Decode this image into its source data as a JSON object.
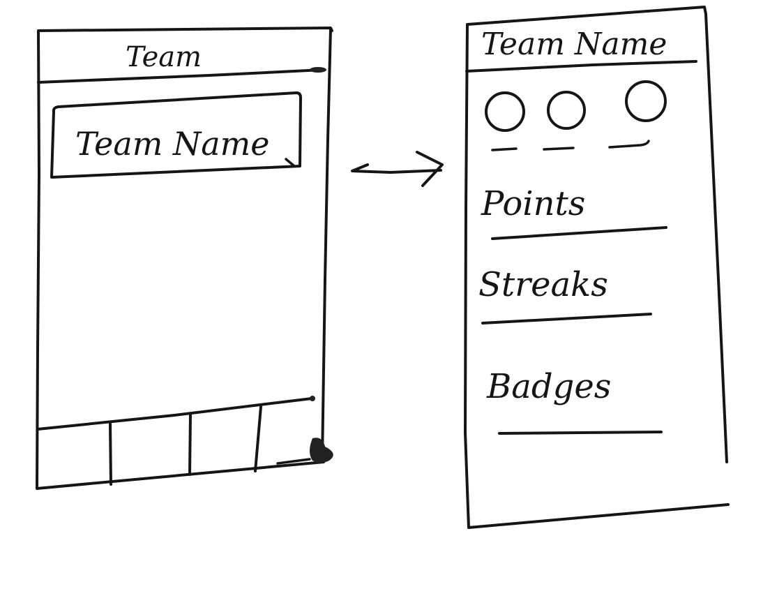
{
  "left_screen": {
    "header_title": "Team",
    "team_name_button": "Team Name",
    "tab_bar_tabs": 4
  },
  "right_screen": {
    "header_title": "Team Name",
    "avatars": 3,
    "sections": [
      {
        "label": "Points"
      },
      {
        "label": "Streaks"
      },
      {
        "label": "Badges"
      }
    ]
  }
}
